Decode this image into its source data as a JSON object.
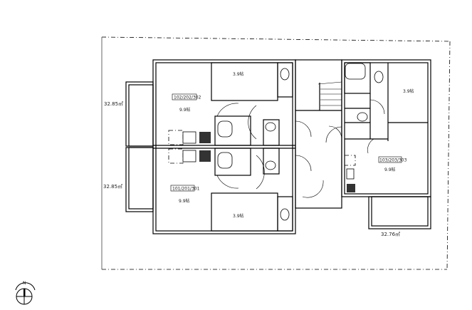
{
  "plan": {
    "units": [
      {
        "label": "102/202/302",
        "main_room": "9.9帖",
        "sub_room": "3.9帖",
        "area": "32.85㎡"
      },
      {
        "label": "101/201/301",
        "main_room": "9.9帖",
        "sub_room": "3.9帖",
        "area": "32.85㎡"
      },
      {
        "label": "103/203/303",
        "main_room": "9.9帖",
        "sub_room": "3.9帖",
        "area": "32.76㎡"
      }
    ],
    "compass": {
      "north_label": "N"
    }
  }
}
